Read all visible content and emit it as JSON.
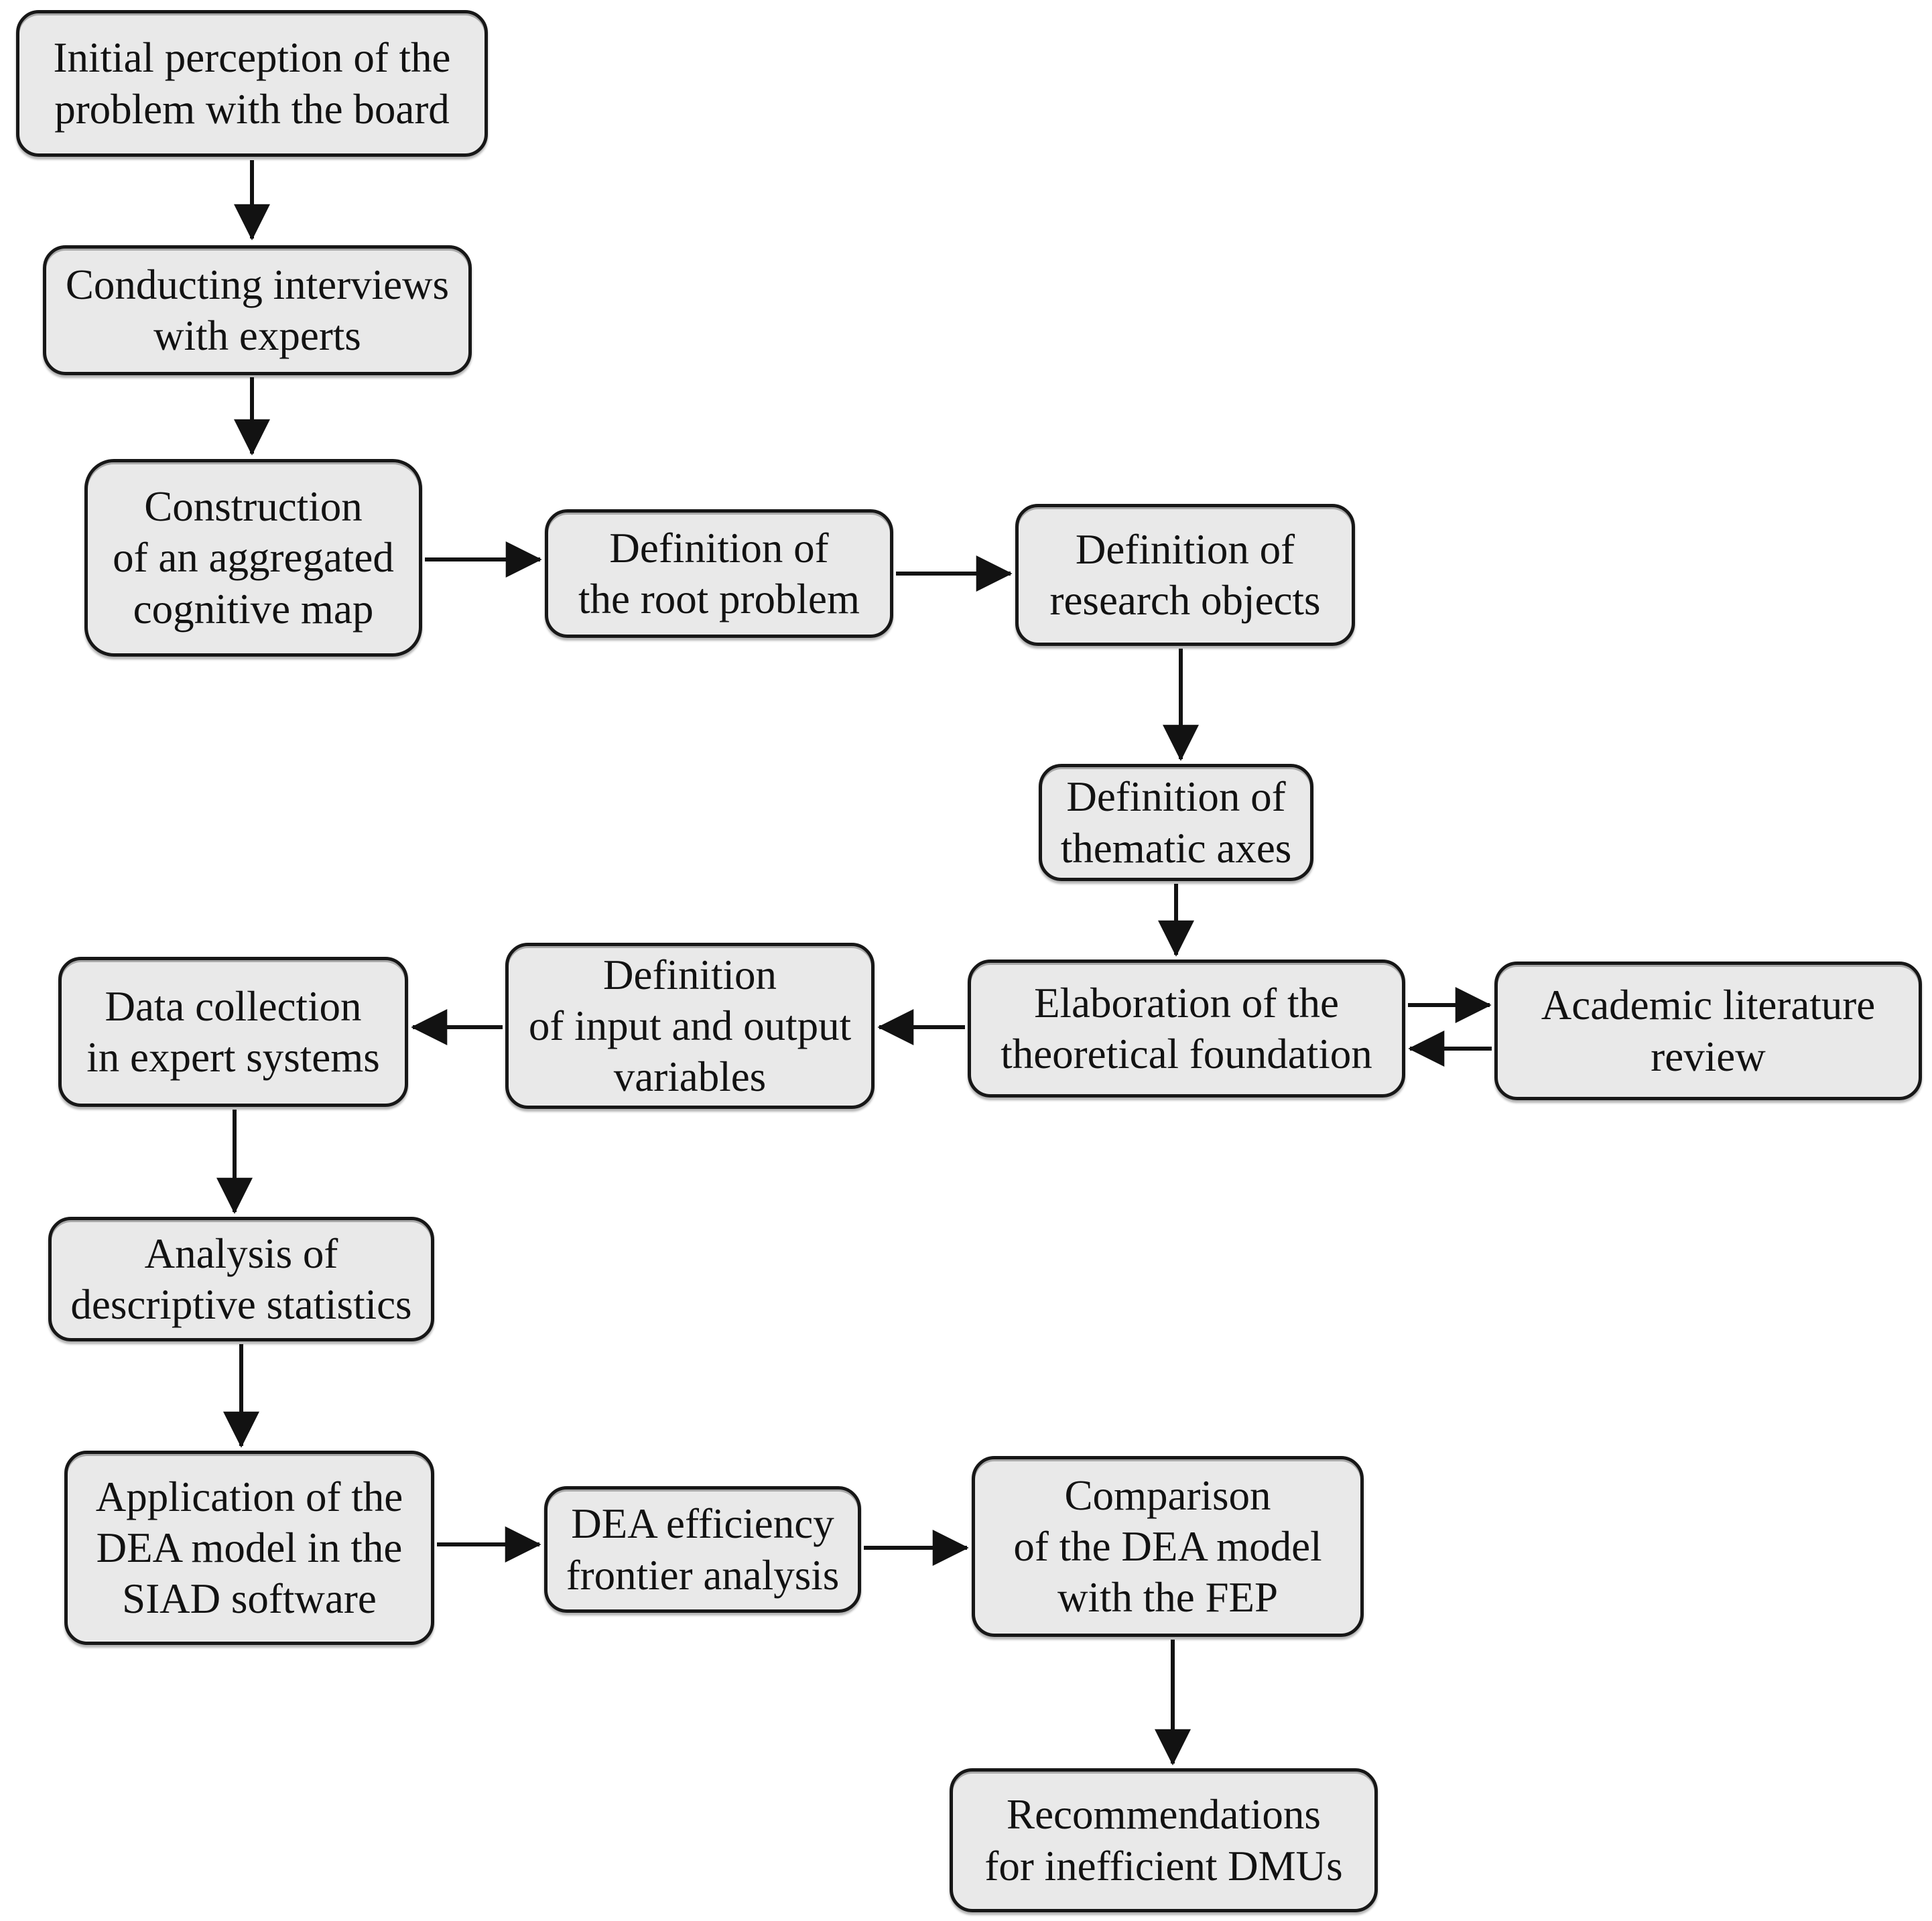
{
  "diagram": {
    "type": "flowchart",
    "colors": {
      "background": "#ffffff",
      "node_fill": "#e9e9e9",
      "node_border": "#171717",
      "arrow": "#121212",
      "text": "#121212"
    },
    "nodes": [
      {
        "id": "initial-perception",
        "label": "Initial perception of the\nproblem with the board"
      },
      {
        "id": "conducting-interviews",
        "label": "Conducting interviews\nwith experts"
      },
      {
        "id": "construction-cognitive-map",
        "label": "Construction\nof an aggregated\ncognitive map"
      },
      {
        "id": "definition-root-problem",
        "label": "Definition of\nthe root problem"
      },
      {
        "id": "definition-research-objects",
        "label": "Definition of\nresearch objects"
      },
      {
        "id": "definition-thematic-axes",
        "label": "Definition of\nthematic axes"
      },
      {
        "id": "elaboration-theoretical-foundation",
        "label": "Elaboration of the\ntheoretical foundation"
      },
      {
        "id": "academic-literature-review",
        "label": "Academic literature\nreview"
      },
      {
        "id": "definition-input-output-variables",
        "label": "Definition\nof input and output\nvariables"
      },
      {
        "id": "data-collection-expert-systems",
        "label": "Data collection\nin expert systems"
      },
      {
        "id": "analysis-descriptive-statistics",
        "label": "Analysis of\ndescriptive statistics"
      },
      {
        "id": "application-dea-model-siad",
        "label": "Application of the\nDEA model in the\nSIAD software"
      },
      {
        "id": "dea-efficiency-frontier-analysis",
        "label": "DEA efficiency\nfrontier analysis"
      },
      {
        "id": "comparison-dea-model-fep",
        "label": "Comparison\nof the DEA model\nwith the FEP"
      },
      {
        "id": "recommendations-inefficient-dmus",
        "label": "Recommendations\nfor inefficient DMUs"
      }
    ],
    "edges": [
      {
        "from": "initial-perception",
        "to": "conducting-interviews"
      },
      {
        "from": "conducting-interviews",
        "to": "construction-cognitive-map"
      },
      {
        "from": "construction-cognitive-map",
        "to": "definition-root-problem"
      },
      {
        "from": "definition-root-problem",
        "to": "definition-research-objects"
      },
      {
        "from": "definition-research-objects",
        "to": "definition-thematic-axes"
      },
      {
        "from": "definition-thematic-axes",
        "to": "elaboration-theoretical-foundation"
      },
      {
        "from": "elaboration-theoretical-foundation",
        "to": "academic-literature-review"
      },
      {
        "from": "academic-literature-review",
        "to": "elaboration-theoretical-foundation"
      },
      {
        "from": "elaboration-theoretical-foundation",
        "to": "definition-input-output-variables"
      },
      {
        "from": "definition-input-output-variables",
        "to": "data-collection-expert-systems"
      },
      {
        "from": "data-collection-expert-systems",
        "to": "analysis-descriptive-statistics"
      },
      {
        "from": "analysis-descriptive-statistics",
        "to": "application-dea-model-siad"
      },
      {
        "from": "application-dea-model-siad",
        "to": "dea-efficiency-frontier-analysis"
      },
      {
        "from": "dea-efficiency-frontier-analysis",
        "to": "comparison-dea-model-fep"
      },
      {
        "from": "comparison-dea-model-fep",
        "to": "recommendations-inefficient-dmus"
      }
    ]
  }
}
